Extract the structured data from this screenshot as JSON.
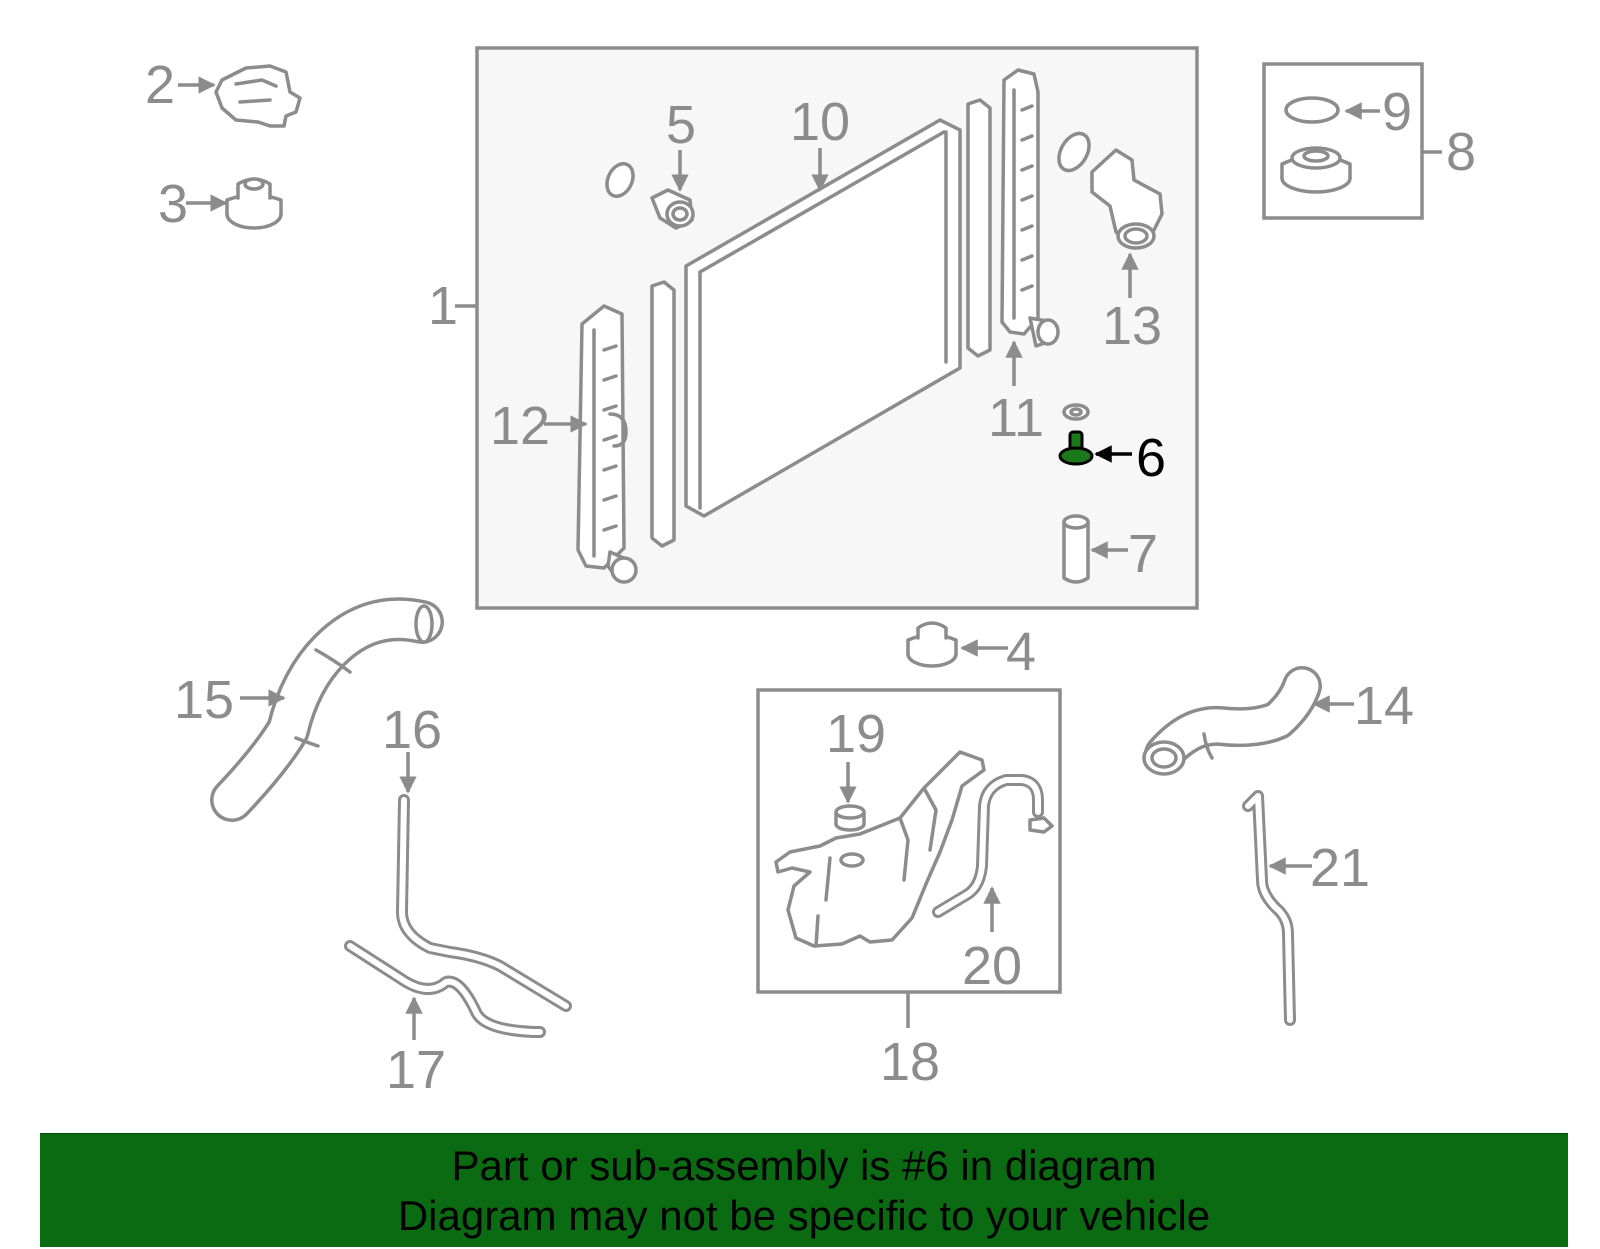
{
  "callouts": {
    "c1": "1",
    "c2": "2",
    "c3": "3",
    "c4": "4",
    "c5": "5",
    "c6": "6",
    "c7": "7",
    "c8": "8",
    "c9": "9",
    "c10": "10",
    "c11": "11",
    "c12": "12",
    "c13": "13",
    "c14": "14",
    "c15": "15",
    "c16": "16",
    "c17": "17",
    "c18": "18",
    "c19": "19",
    "c20": "20",
    "c21": "21"
  },
  "highlighted_part": "6",
  "banner": {
    "line1": "Part or sub-assembly is #6 in diagram",
    "line2": "Diagram may not be specific to your vehicle"
  },
  "colors": {
    "line_gray": "#8c8c8c",
    "highlight_green": "#1a7a1a",
    "banner_green": "#0b6b12",
    "box_fill": "#f7f7f7"
  }
}
